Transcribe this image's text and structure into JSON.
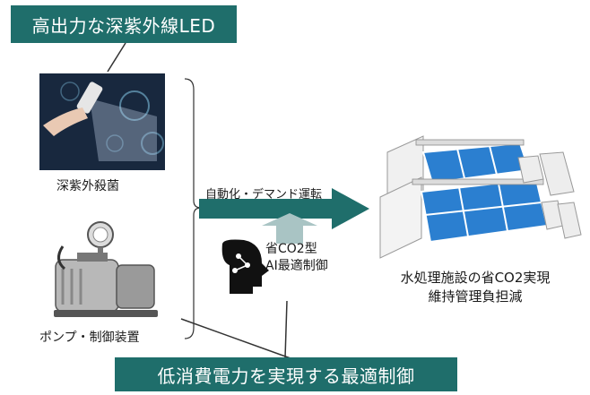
{
  "top_banner": {
    "text": "高出力な深紫外線LED"
  },
  "uv_device": {
    "caption": "深紫外殺菌"
  },
  "pump": {
    "caption": "ポンプ・制御装置"
  },
  "flow_arrow": {
    "label": "自動化・デマンド運転"
  },
  "ai_control": {
    "line1": "省CO2型",
    "line2": "AI最適制御"
  },
  "facility": {
    "line1": "水処理施設の省CO2実現",
    "line2": "維持管理負担減"
  },
  "bottom_banner": {
    "text": "低消費電力を実現する最適制御"
  },
  "colors": {
    "banner": "#1f6e6b",
    "arrow": "#1f6e6b",
    "up_arrow": "#a9c4c4",
    "water": "#2b7fd0"
  },
  "icons": [
    "uv-lamp-photo",
    "vacuum-pump-illustration",
    "ai-head-icon",
    "water-treatment-plant-illustration"
  ]
}
